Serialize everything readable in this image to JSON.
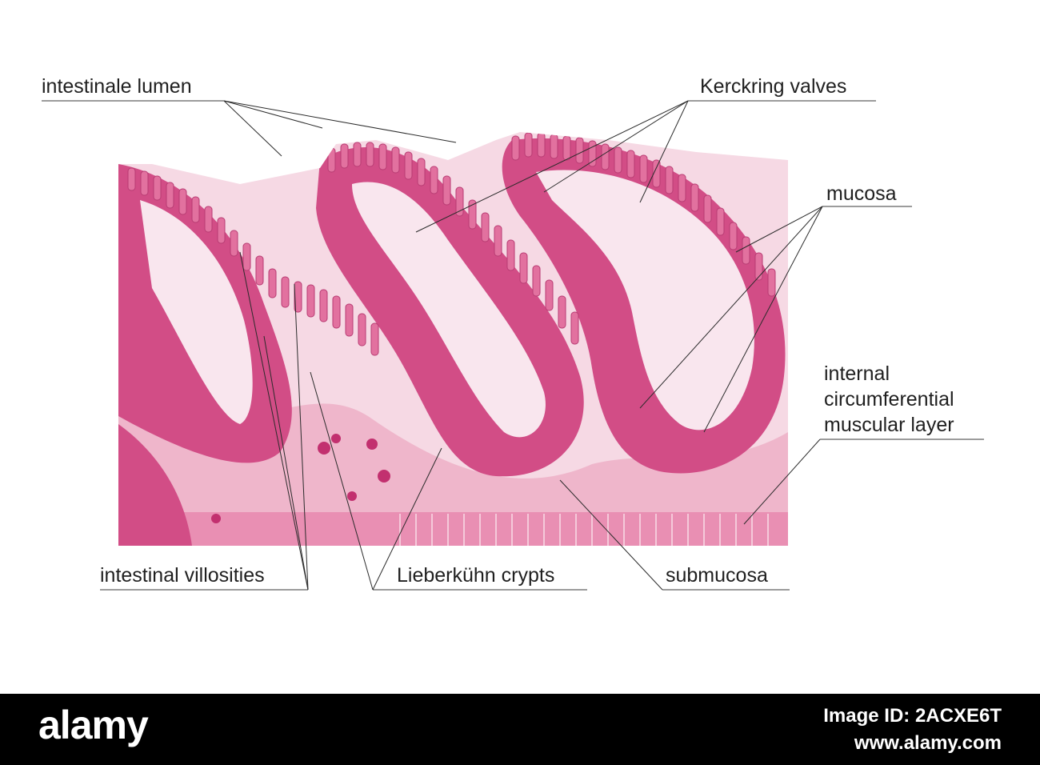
{
  "labels": {
    "intestinale_lumen": "intestinale lumen",
    "kerckring_valves": "Kerckring valves",
    "mucosa": "mucosa",
    "muscular_layer_line1": "internal",
    "muscular_layer_line2": "circumferential",
    "muscular_layer_line3": "muscular layer",
    "intestinal_villosities": "intestinal villosities",
    "lieberkuhn_crypts": "Lieberkühn crypts",
    "submucosa": "submucosa"
  },
  "stock_footer": {
    "logo": "alamy",
    "image_id": "Image ID: 2ACXE6T",
    "site": "www.alamy.com"
  },
  "colors": {
    "tissue_light": "#f6d9e4",
    "tissue_mid": "#e98fb3",
    "tissue_dark": "#d24d86",
    "villus_fill": "#e2719f",
    "villus_edge": "#b83c73",
    "background": "#ffffff",
    "footer": "#000000"
  }
}
